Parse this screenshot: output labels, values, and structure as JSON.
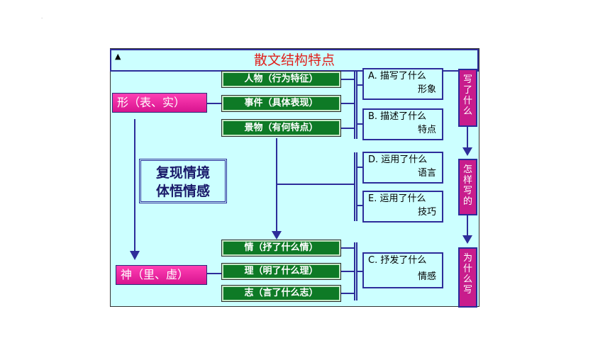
{
  "title": "散文结构特点",
  "title_marker": "▲",
  "watermark": "·",
  "form_label": "形（表、实）",
  "spirit_label": "神（里、虚）",
  "form_items": [
    "人物（行为特征）",
    "事件（具体表现）",
    "景物（有何特点）"
  ],
  "spirit_items": [
    "情（抒了什么情）",
    "理（明了什么理）",
    "志（言了什么志）"
  ],
  "center_box": [
    "复现情境",
    "体悟情感"
  ],
  "questions": [
    {
      "line1": "A. 描写了什么",
      "line2": "形象"
    },
    {
      "line1": "B. 描述了什么",
      "line2": "特点"
    },
    {
      "line1": "D. 运用了什么",
      "line2": "语言"
    },
    {
      "line1": "E. 运用了什么",
      "line2": "技巧"
    },
    {
      "line1": "C. 抒发了什么",
      "line2": "情感"
    }
  ],
  "side_tabs": [
    "写了什么",
    "怎样写的",
    "为什么写"
  ],
  "colors": {
    "panel": "#ccffff",
    "green": "#0e7a26",
    "magenta": "#d8148f",
    "border": "#2d2d9a",
    "title": "#e0201c"
  }
}
